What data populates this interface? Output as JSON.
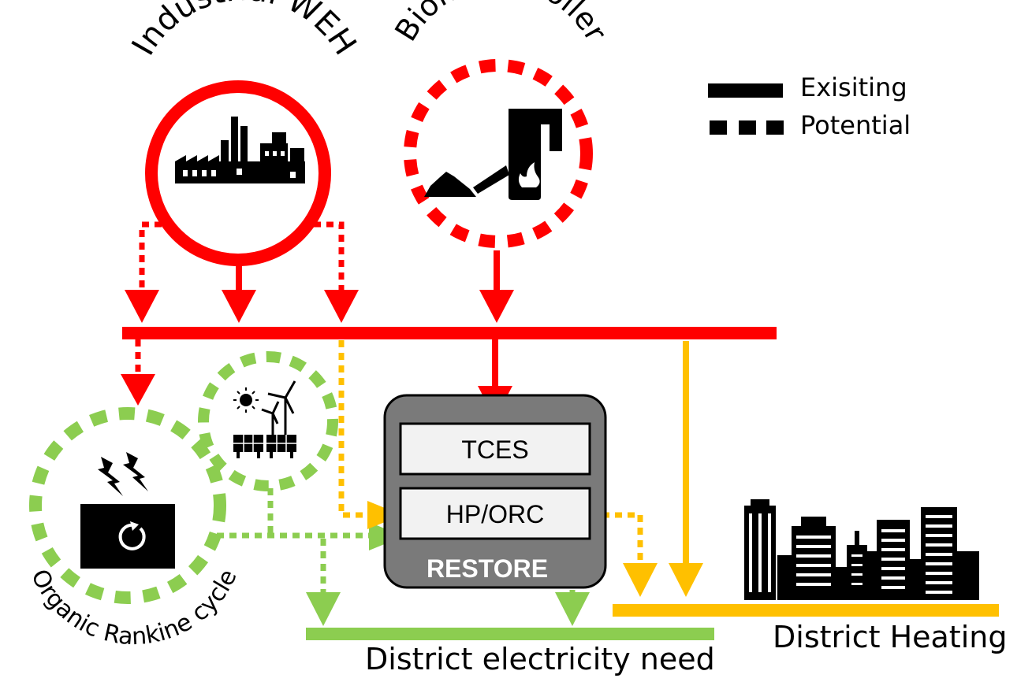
{
  "sources": {
    "industrial_weh": "Industrial WEH",
    "biomass_boiler": "Biomass boiler",
    "orc": "Organic Rankine cycle"
  },
  "legend": {
    "existing": "Exisiting",
    "potential": "Potential"
  },
  "restore": {
    "title": "RESTORE",
    "tces": "TCES",
    "hp_orc": "HP/ORC"
  },
  "sinks": {
    "electricity": "District electricity need",
    "heating": "District Heating"
  },
  "colors": {
    "heat": "#ff0000",
    "electricity": "#8ccd50",
    "district_heat": "#ffc000",
    "restore_box": "#7a7a7a",
    "inner_box": "#f2f2f2"
  },
  "icons": {
    "industry": "factory-icon",
    "boiler": "biomass-boiler-icon",
    "renewables": "solar-wind-icon",
    "orc": "orc-generator-icon",
    "city": "city-skyline-icon"
  }
}
